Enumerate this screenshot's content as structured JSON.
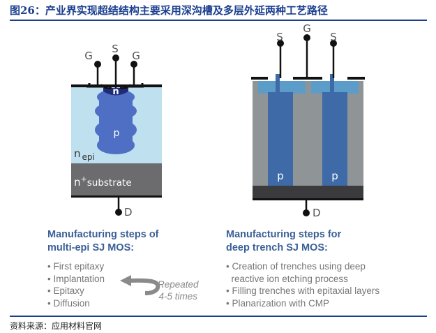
{
  "figure": {
    "title": "图26：产业界实现超结结构主要采用深沟槽及多层外延两种工艺路径",
    "source": "资料来源：应用材料官网"
  },
  "multi_epi": {
    "terminals": {
      "gate_left": "G",
      "source": "S",
      "gate_right": "G",
      "drain": "D"
    },
    "region_n": "n",
    "region_p": "p",
    "n_epi_main": "n",
    "n_epi_sub": "epi",
    "substrate_main": "n",
    "substrate_sup": "+",
    "substrate_sub": "substrate",
    "steps_title": [
      "Manufacturing steps of",
      "multi-epi SJ MOS:"
    ],
    "steps": [
      "First epitaxy",
      "Implantation",
      "Epitaxy",
      "Diffusion"
    ],
    "repeat_note": [
      "Repeated",
      "4-5 times"
    ]
  },
  "deep_trench": {
    "terminals": {
      "source_left": "S",
      "gate": "G",
      "source_right": "S",
      "drain": "D"
    },
    "pillar_left": "p",
    "pillar_right": "p",
    "steps_title": [
      "Manufacturing steps for",
      "deep trench SJ MOS:"
    ],
    "steps": [
      {
        "text": "Creation of trenches using deep",
        "continued": false
      },
      {
        "text": "reactive ion etching process",
        "continued": true
      },
      {
        "text": "Filling trenches with epitaxial layers",
        "continued": false
      },
      {
        "text": "Planarization with CMP",
        "continued": false
      }
    ]
  },
  "colors": {
    "heading": "#1b3f8f",
    "n_epi": "#bfe0ee",
    "substrate": "#6c6c6e",
    "p_pillar": "#4e6fc4",
    "n_cap": "#202c7a",
    "trench_gray": "#8f9496",
    "trench_pillar_top": "#5b9cc8",
    "trench_substrate": "#3b3b3d",
    "steps_title": "#3a5f96",
    "steps_text": "#777777"
  }
}
